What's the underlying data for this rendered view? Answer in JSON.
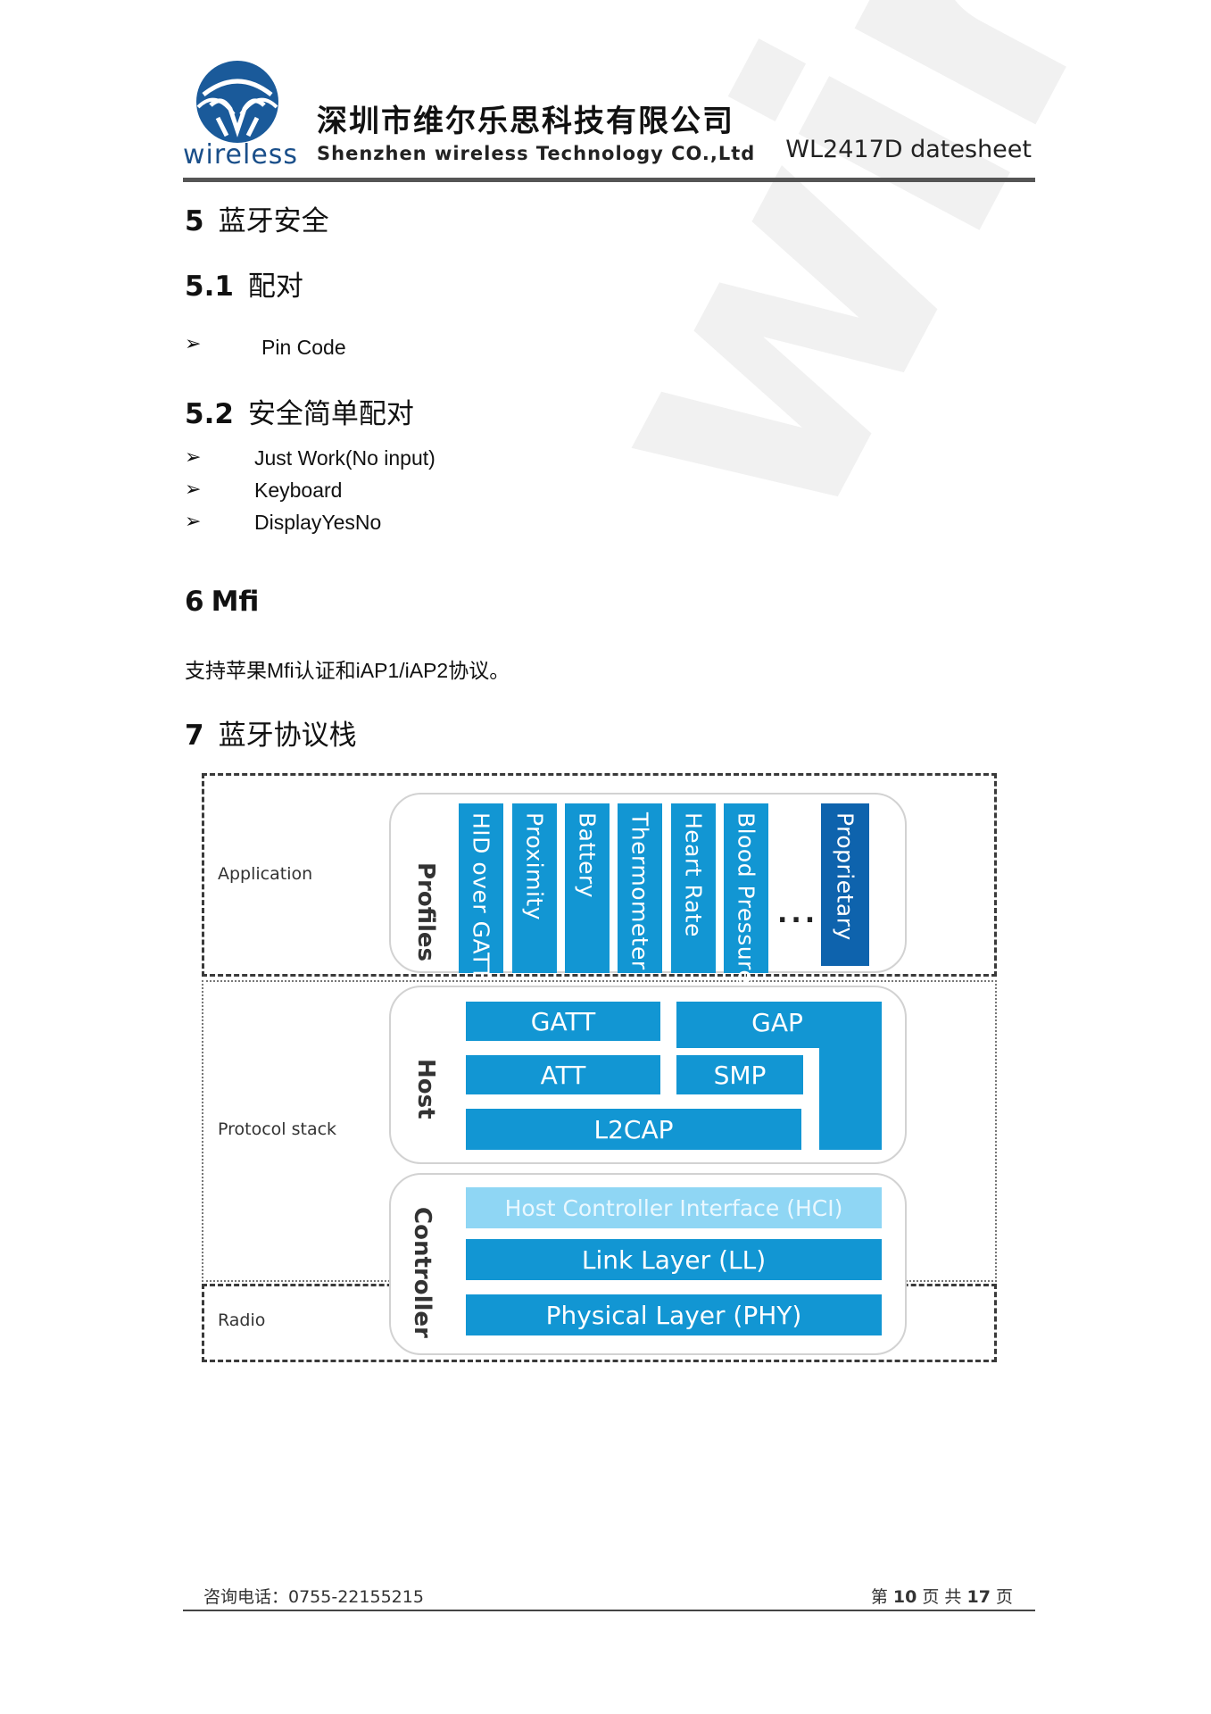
{
  "header": {
    "logo_text": "wireless",
    "company_cn": "深圳市维尔乐思科技有限公司",
    "company_en": "Shenzhen wireless Technology CO.,Ltd",
    "doc_name": "WL2417D datesheet"
  },
  "sections": {
    "s5": {
      "num": "5",
      "title": "蓝牙安全"
    },
    "s51": {
      "num": "5.1",
      "title": "配对"
    },
    "s51_items": [
      "Pin Code"
    ],
    "s52": {
      "num": "5.2",
      "title": "安全简单配对"
    },
    "s52_items": [
      "Just Work(No input)",
      "Keyboard",
      "DisplayYesNo"
    ],
    "s6": {
      "num": "6",
      "title": "Mfi"
    },
    "s6_text": "支持苹果Mfi认证和iAP1/iAP2协议。",
    "s7": {
      "num": "7",
      "title": "蓝牙协议栈"
    }
  },
  "bullet_glyph": "➢",
  "diagram": {
    "regions": {
      "application": "Application",
      "protocol_stack": "Protocol stack",
      "radio": "Radio"
    },
    "groups": {
      "profiles": "Profiles",
      "host": "Host",
      "controller": "Controller"
    },
    "profiles": [
      "HID over GATT",
      "Proximity",
      "Battery",
      "Thermometer",
      "Heart Rate",
      "Blood Pressure"
    ],
    "ellipsis": "...",
    "proprietary": "Proprietary",
    "host_blocks": {
      "gatt": "GATT",
      "gap": "GAP",
      "att": "ATT",
      "smp": "SMP",
      "l2cap": "L2CAP"
    },
    "controller_blocks": {
      "hci": "Host Controller Interface (HCI)",
      "ll": "Link Layer (LL)",
      "phy": "Physical Layer (PHY)"
    },
    "colors": {
      "block": "#1296d3",
      "dark_block": "#0e63ad",
      "hci": "#8fd6f4"
    }
  },
  "footer": {
    "phone": "咨询电话：0755-22155215",
    "page_prefix": "第",
    "page_num": "10",
    "page_mid": "页  共",
    "page_total": "17",
    "page_suffix": "页"
  }
}
